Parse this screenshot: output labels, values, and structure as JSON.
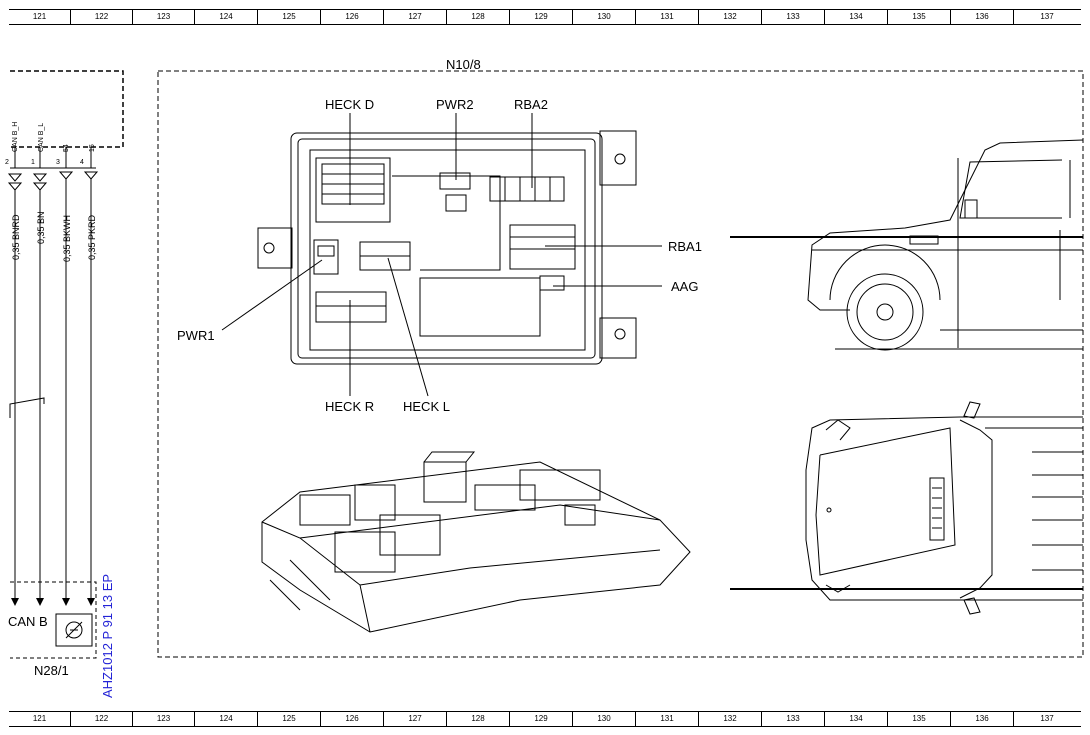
{
  "ruler_numbers": [
    "121",
    "122",
    "123",
    "124",
    "125",
    "126",
    "127",
    "128",
    "129",
    "130",
    "131",
    "132",
    "133",
    "134",
    "135",
    "136",
    "137"
  ],
  "module": {
    "name": "N10/8"
  },
  "connectors": {
    "heck_d": "HECK D",
    "pwr2": "PWR2",
    "rba2": "RBA2",
    "rba1": "RBA1",
    "aag": "AAG",
    "pwr1": "PWR1",
    "heck_r": "HECK R",
    "heck_l": "HECK L"
  },
  "pins": [
    {
      "name": "CAN B_H",
      "number": "2",
      "wire": "0,35 BNRD"
    },
    {
      "name": "CAN B_L",
      "number": "1",
      "wire": "0,35 BN"
    },
    {
      "name": "54",
      "number": "3",
      "wire": "0,35 BKWH"
    },
    {
      "name": "15",
      "number": "4",
      "wire": "0,35 PKRD"
    }
  ],
  "left_module": {
    "name": "N28/1",
    "can_label": "CAN B"
  },
  "reference": {
    "code": "AHZ1012 P 91 13 EP"
  },
  "colors": {
    "line": "#000000",
    "reference_text": "#2323d6"
  }
}
